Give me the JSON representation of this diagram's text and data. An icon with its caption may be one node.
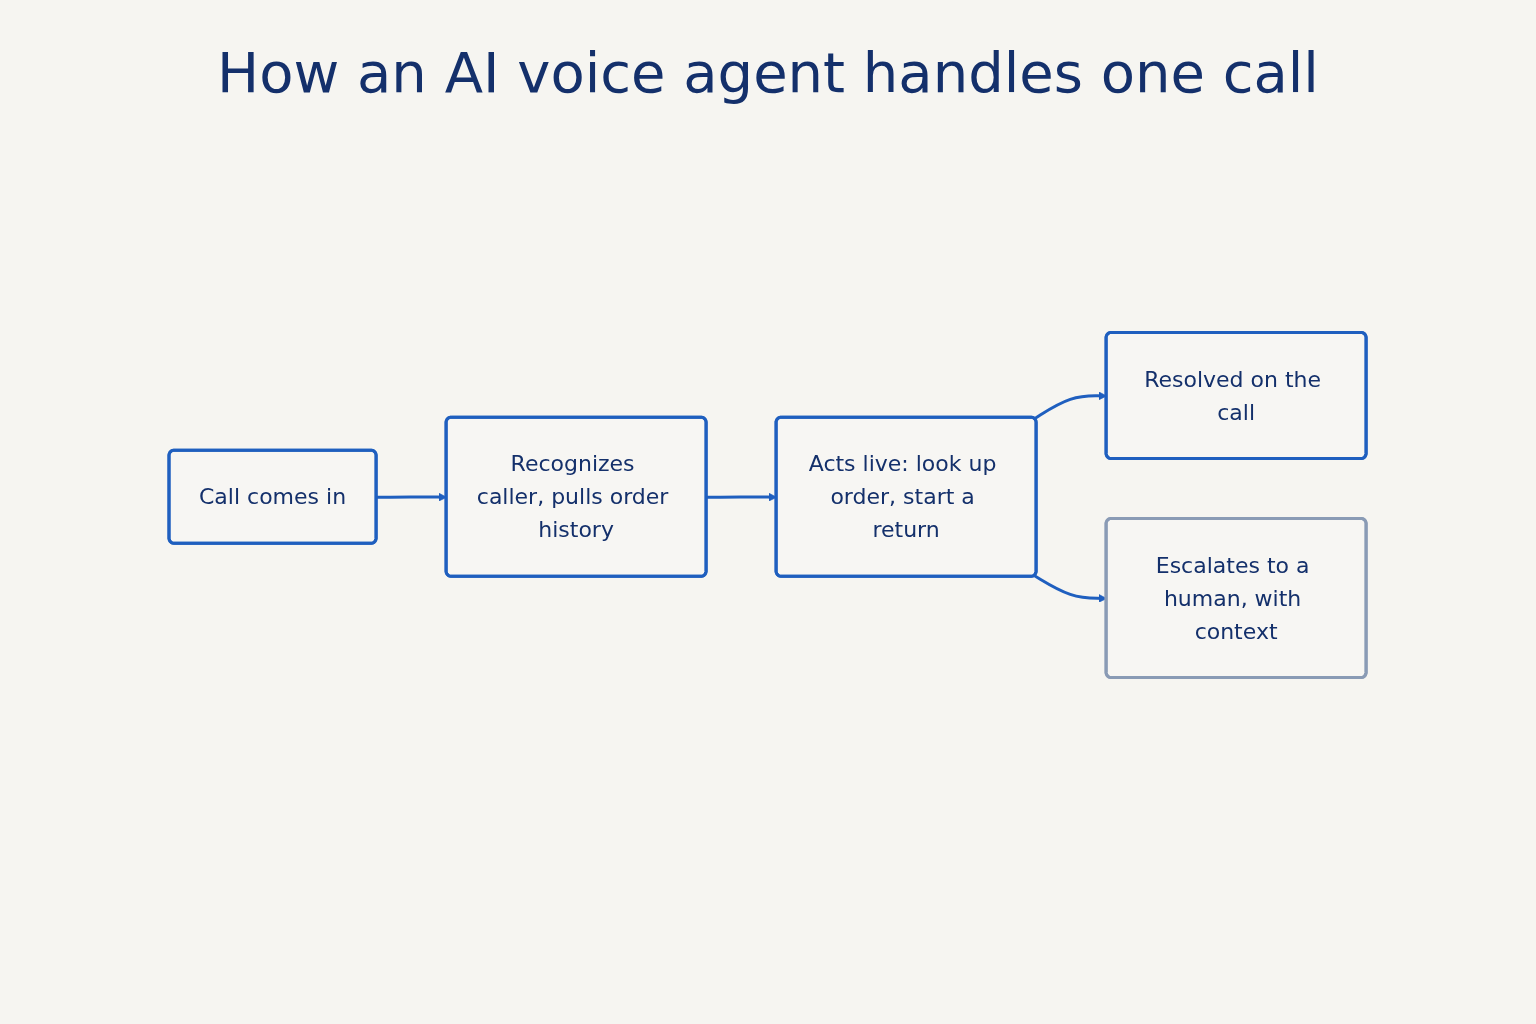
{
  "diagram": {
    "title": "How an AI voice agent handles one call",
    "nodes": [
      {
        "text": [
          "Call comes in"
        ]
      },
      {
        "text": [
          "Recognizes caller, pulls order history"
        ]
      },
      {
        "text": [
          "Acts live: look up order, start a return"
        ]
      },
      {
        "text": [
          "Resolved on the call"
        ]
      },
      {
        "text": [
          "Escalates to a human, with context"
        ]
      }
    ],
    "edges": [
      {
        "from": 0,
        "to": 1,
        "arrow": "to"
      },
      {
        "from": 1,
        "to": 2,
        "arrow": "to"
      },
      {
        "from": 2,
        "to": 3,
        "arrow": "to"
      },
      {
        "from": 2,
        "to": 4,
        "arrow": "to"
      }
    ]
  }
}
